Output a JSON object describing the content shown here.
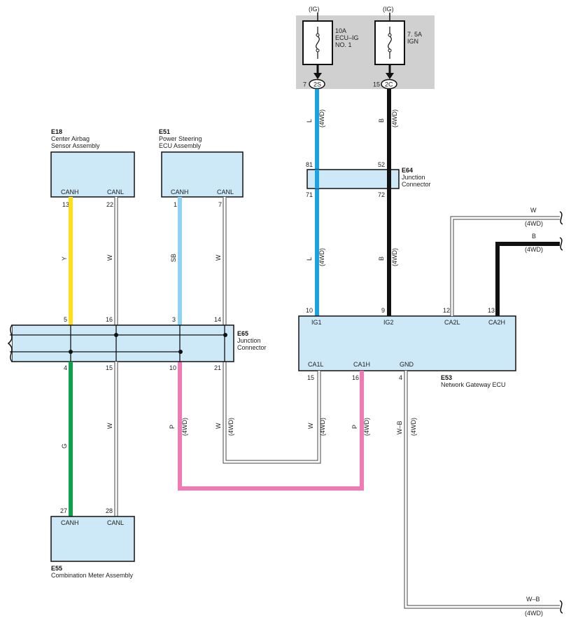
{
  "fuse_box": {
    "fuse1": {
      "supply": "(IG)",
      "line1": "10A",
      "line2": "ECU–IG",
      "line3": "NO. 1",
      "pin": "7",
      "connector": "2S"
    },
    "fuse2": {
      "supply": "(IG)",
      "line1": "7. 5A",
      "line2": "IGN",
      "pin": "15",
      "connector": "2C"
    }
  },
  "components": {
    "e18": {
      "code": "E18",
      "name1": "Center Airbag",
      "name2": "Sensor Assembly",
      "pin_canh": "CANH",
      "pin_canl": "CANL",
      "pin_canh_num": "13",
      "pin_canl_num": "22"
    },
    "e51": {
      "code": "E51",
      "name1": "Power Steering",
      "name2": "ECU Assembly",
      "pin_canh": "CANH",
      "pin_canl": "CANL",
      "pin_canh_num": "1",
      "pin_canl_num": "7"
    },
    "e64": {
      "code": "E64",
      "name1": "Junction",
      "name2": "Connector",
      "pins_top": [
        "81",
        "52"
      ],
      "pins_bottom": [
        "71",
        "72"
      ]
    },
    "e65": {
      "code": "E65",
      "name1": "Junction",
      "name2": "Connector",
      "pins_top": [
        "5",
        "16",
        "3",
        "14"
      ],
      "pins_bottom": [
        "4",
        "15",
        "10",
        "21"
      ]
    },
    "e53": {
      "code": "E53",
      "name": "Network Gateway ECU",
      "pin_ig1": "IG1",
      "pin_ig2": "IG2",
      "pin_ca2l": "CA2L",
      "pin_ca2h": "CA2H",
      "pin_ca1l": "CA1L",
      "pin_ca1h": "CA1H",
      "pin_gnd": "GND",
      "num_ig1": "10",
      "num_ig2": "9",
      "num_ca2l": "12",
      "num_ca2h": "13",
      "num_ca1l": "15",
      "num_ca1h": "16",
      "num_gnd": "4"
    },
    "e55": {
      "code": "E55",
      "name": "Combination Meter Assembly",
      "pin_canh": "CANH",
      "pin_canl": "CANL",
      "pin_canh_num": "27",
      "pin_canl_num": "28"
    }
  },
  "wires": {
    "l": "L",
    "b": "B",
    "y": "Y",
    "w": "W",
    "sb": "SB",
    "g": "G",
    "p": "P",
    "wb": "W–B",
    "variant": "(4WD)"
  },
  "colors": {
    "blue": "#1aa3e0",
    "black": "#111111",
    "yellow": "#ffe01a",
    "white": "#ffffff",
    "skyblue": "#8fd2f2",
    "green": "#0fa04b",
    "pink": "#f07ab4",
    "gray_box": "#d0d0d0",
    "connector_fill": "#cde9f7"
  }
}
